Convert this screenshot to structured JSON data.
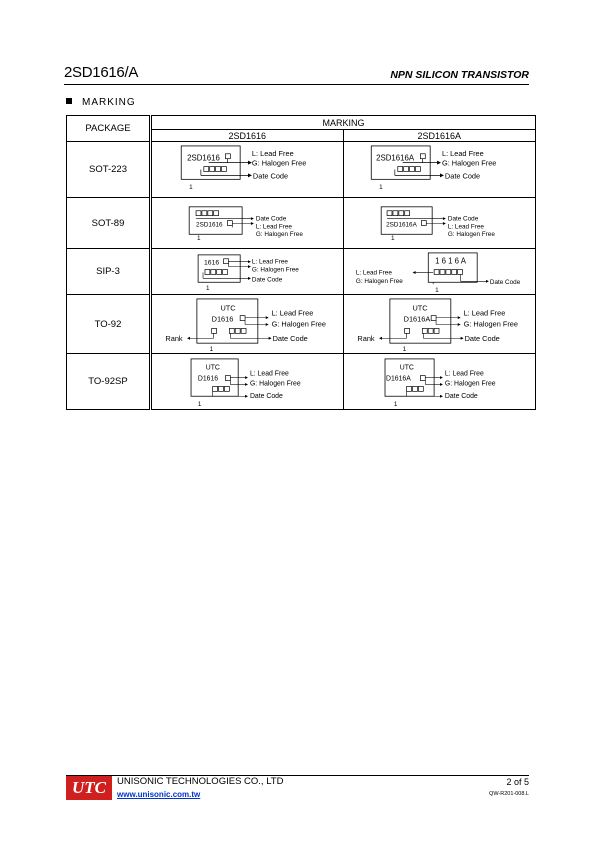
{
  "header": {
    "part": "2SD1616/A",
    "type": "NPN SILICON TRANSISTOR"
  },
  "section": {
    "title": "MARKING"
  },
  "table": {
    "package_header": "PACKAGE",
    "marking_header": "MARKING",
    "col1": "2SD1616",
    "col2": "2SD1616A",
    "rows": [
      {
        "package": "SOT-223",
        "m1": {
          "code": "2SD1616",
          "l1": "L: Lead Free",
          "l2": "G: Halogen Free",
          "l3": "Date Code",
          "pin": "1"
        },
        "m2": {
          "code": "2SD1616A",
          "l1": "L: Lead Free",
          "l2": "G: Halogen Free",
          "l3": "Date Code",
          "pin": "1"
        }
      },
      {
        "package": "SOT-89",
        "m1": {
          "code": "2SD1616",
          "l1": "Date Code",
          "l2": "L: Lead Free",
          "l3": "G: Halogen Free",
          "pin": "1"
        },
        "m2": {
          "code": "2SD1616A",
          "l1": "Date Code",
          "l2": "L: Lead Free",
          "l3": "G: Halogen Free",
          "pin": "1"
        }
      },
      {
        "package": "SIP-3",
        "m1": {
          "code": "1616",
          "l1": "L: Lead Free",
          "l2": "G: Halogen Free",
          "l3": "Date Code",
          "pin": "1"
        },
        "m2": {
          "code": "1 6 1 6 A",
          "l1": "L: Lead Free",
          "l2": "G: Halogen Free",
          "l3": "Date Code",
          "pin": "1"
        }
      },
      {
        "package": "TO-92",
        "m1": {
          "brand": "UTC",
          "code": "D1616",
          "l1": "L: Lead Free",
          "l2": "G: Halogen Free",
          "l3": "Date Code",
          "rank": "Rank",
          "pin": "1"
        },
        "m2": {
          "brand": "UTC",
          "code": "D1616A",
          "l1": "L: Lead Free",
          "l2": "G: Halogen Free",
          "l3": "Date Code",
          "rank": "Rank",
          "pin": "1"
        }
      },
      {
        "package": "TO-92SP",
        "m1": {
          "brand": "UTC",
          "code": "D1616",
          "l1": "L: Lead Free",
          "l2": "G: Halogen Free",
          "l3": "Date Code",
          "pin": "1"
        },
        "m2": {
          "brand": "UTC",
          "code": "D1616A",
          "l1": "L: Lead Free",
          "l2": "G: Halogen Free",
          "l3": "Date Code",
          "pin": "1"
        }
      }
    ]
  },
  "footer": {
    "logo": "UTC",
    "company": "UNISONIC TECHNOLOGIES CO., LTD",
    "url": "www.unisonic.com.tw",
    "page": "2  of  5",
    "doc_id": "QW-R201-008.L"
  },
  "colors": {
    "logo_bg": "#d01f1f",
    "link": "#0033cc"
  }
}
